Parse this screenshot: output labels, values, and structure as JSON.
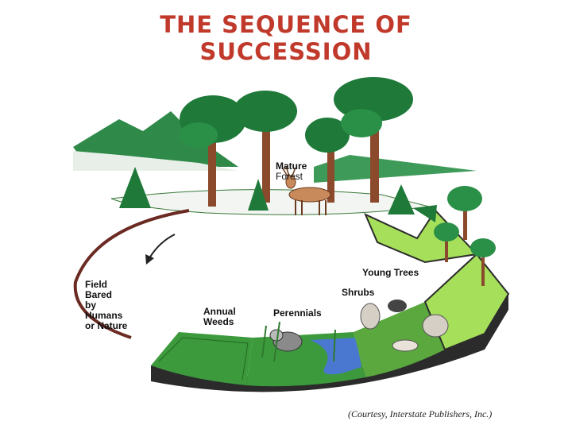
{
  "title": {
    "line1": "THE SEQUENCE OF",
    "line2": "SUCCESSION"
  },
  "stages": {
    "mature_forest": {
      "line1": "Mature",
      "line2": "Forest"
    },
    "field": {
      "line1": "Field",
      "line2": "Bared",
      "line3": "by",
      "line4": "Humans",
      "line5": "or Nature"
    },
    "annual_weeds": {
      "line1": "Annual",
      "line2": "Weeds"
    },
    "perennials": "Perennials",
    "shrubs": "Shrubs",
    "young_trees": "Young Trees"
  },
  "credit": "(Courtesy, Interstate Publishers, Inc.)",
  "colors": {
    "title": "#c0392b",
    "forest_green": "#1f7a3a",
    "light_green": "#a6e05a",
    "ring_side": "#2b2b2b",
    "arrow_brown": "#6b2b22"
  }
}
